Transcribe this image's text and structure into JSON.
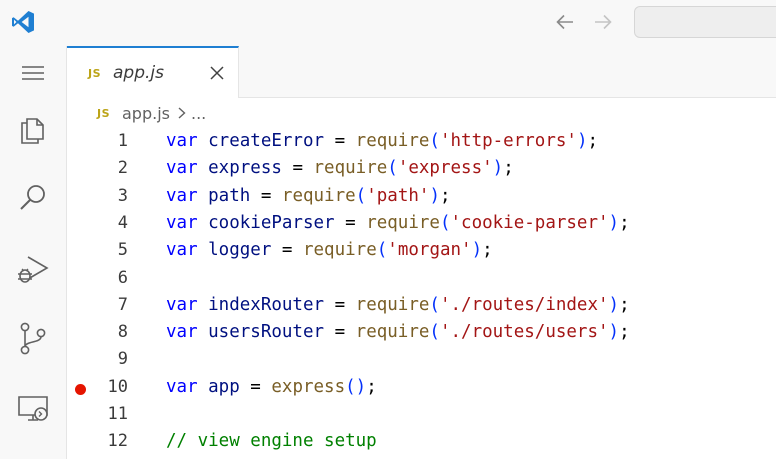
{
  "window": {
    "logo_icon": "vscode-logo-icon",
    "nav_back_icon": "arrow-left-icon",
    "nav_forward_icon": "arrow-right-icon",
    "command_center_text": ""
  },
  "activity_bar": {
    "items": [
      {
        "name": "menu",
        "icon": "hamburger-menu-icon"
      },
      {
        "name": "explorer",
        "icon": "files-icon"
      },
      {
        "name": "search",
        "icon": "search-icon"
      },
      {
        "name": "run-debug",
        "icon": "run-debug-icon"
      },
      {
        "name": "source-control",
        "icon": "source-control-icon"
      },
      {
        "name": "remote-explorer",
        "icon": "remote-explorer-icon"
      }
    ]
  },
  "tabs": [
    {
      "badge": "JS",
      "label": "app.js",
      "active": true,
      "close_icon": "close-icon"
    }
  ],
  "breadcrumb": {
    "badge": "JS",
    "file": "app.js",
    "separator_icon": "chevron-right-icon",
    "rest": "..."
  },
  "colors": {
    "keyword": "#0000ff",
    "variable": "#001080",
    "function": "#795e26",
    "string": "#a31515",
    "comment": "#008000",
    "bracket": "#0431fa",
    "breakpoint": "#e51400",
    "accent": "#1f7fd2"
  },
  "editor": {
    "lines": [
      {
        "n": "1",
        "breakpoint": false,
        "tokens": [
          [
            "kw",
            "var"
          ],
          [
            "var",
            " createError"
          ],
          [
            "op",
            " = "
          ],
          [
            "fn",
            "require"
          ],
          [
            "br1",
            "("
          ],
          [
            "str",
            "'http-errors'"
          ],
          [
            "br1",
            ")"
          ],
          [
            "pun",
            ";"
          ]
        ]
      },
      {
        "n": "2",
        "breakpoint": false,
        "tokens": [
          [
            "kw",
            "var"
          ],
          [
            "var",
            " express"
          ],
          [
            "op",
            " = "
          ],
          [
            "fn",
            "require"
          ],
          [
            "br1",
            "("
          ],
          [
            "str",
            "'express'"
          ],
          [
            "br1",
            ")"
          ],
          [
            "pun",
            ";"
          ]
        ]
      },
      {
        "n": "3",
        "breakpoint": false,
        "tokens": [
          [
            "kw",
            "var"
          ],
          [
            "var",
            " path"
          ],
          [
            "op",
            " = "
          ],
          [
            "fn",
            "require"
          ],
          [
            "br1",
            "("
          ],
          [
            "str",
            "'path'"
          ],
          [
            "br1",
            ")"
          ],
          [
            "pun",
            ";"
          ]
        ]
      },
      {
        "n": "4",
        "breakpoint": false,
        "tokens": [
          [
            "kw",
            "var"
          ],
          [
            "var",
            " cookieParser"
          ],
          [
            "op",
            " = "
          ],
          [
            "fn",
            "require"
          ],
          [
            "br1",
            "("
          ],
          [
            "str",
            "'cookie-parser'"
          ],
          [
            "br1",
            ")"
          ],
          [
            "pun",
            ";"
          ]
        ]
      },
      {
        "n": "5",
        "breakpoint": false,
        "tokens": [
          [
            "kw",
            "var"
          ],
          [
            "var",
            " logger"
          ],
          [
            "op",
            " = "
          ],
          [
            "fn",
            "require"
          ],
          [
            "br1",
            "("
          ],
          [
            "str",
            "'morgan'"
          ],
          [
            "br1",
            ")"
          ],
          [
            "pun",
            ";"
          ]
        ]
      },
      {
        "n": "6",
        "breakpoint": false,
        "tokens": []
      },
      {
        "n": "7",
        "breakpoint": false,
        "tokens": [
          [
            "kw",
            "var"
          ],
          [
            "var",
            " indexRouter"
          ],
          [
            "op",
            " = "
          ],
          [
            "fn",
            "require"
          ],
          [
            "br1",
            "("
          ],
          [
            "str",
            "'./routes/index'"
          ],
          [
            "br1",
            ")"
          ],
          [
            "pun",
            ";"
          ]
        ]
      },
      {
        "n": "8",
        "breakpoint": false,
        "tokens": [
          [
            "kw",
            "var"
          ],
          [
            "var",
            " usersRouter"
          ],
          [
            "op",
            " = "
          ],
          [
            "fn",
            "require"
          ],
          [
            "br1",
            "("
          ],
          [
            "str",
            "'./routes/users'"
          ],
          [
            "br1",
            ")"
          ],
          [
            "pun",
            ";"
          ]
        ]
      },
      {
        "n": "9",
        "breakpoint": false,
        "tokens": []
      },
      {
        "n": "10",
        "breakpoint": true,
        "tokens": [
          [
            "kw",
            "var"
          ],
          [
            "var",
            " app"
          ],
          [
            "op",
            " = "
          ],
          [
            "fn",
            "express"
          ],
          [
            "br1",
            "()"
          ],
          [
            "pun",
            ";"
          ]
        ]
      },
      {
        "n": "11",
        "breakpoint": false,
        "tokens": []
      },
      {
        "n": "12",
        "breakpoint": false,
        "tokens": [
          [
            "cm",
            "// view engine setup"
          ]
        ]
      }
    ]
  }
}
